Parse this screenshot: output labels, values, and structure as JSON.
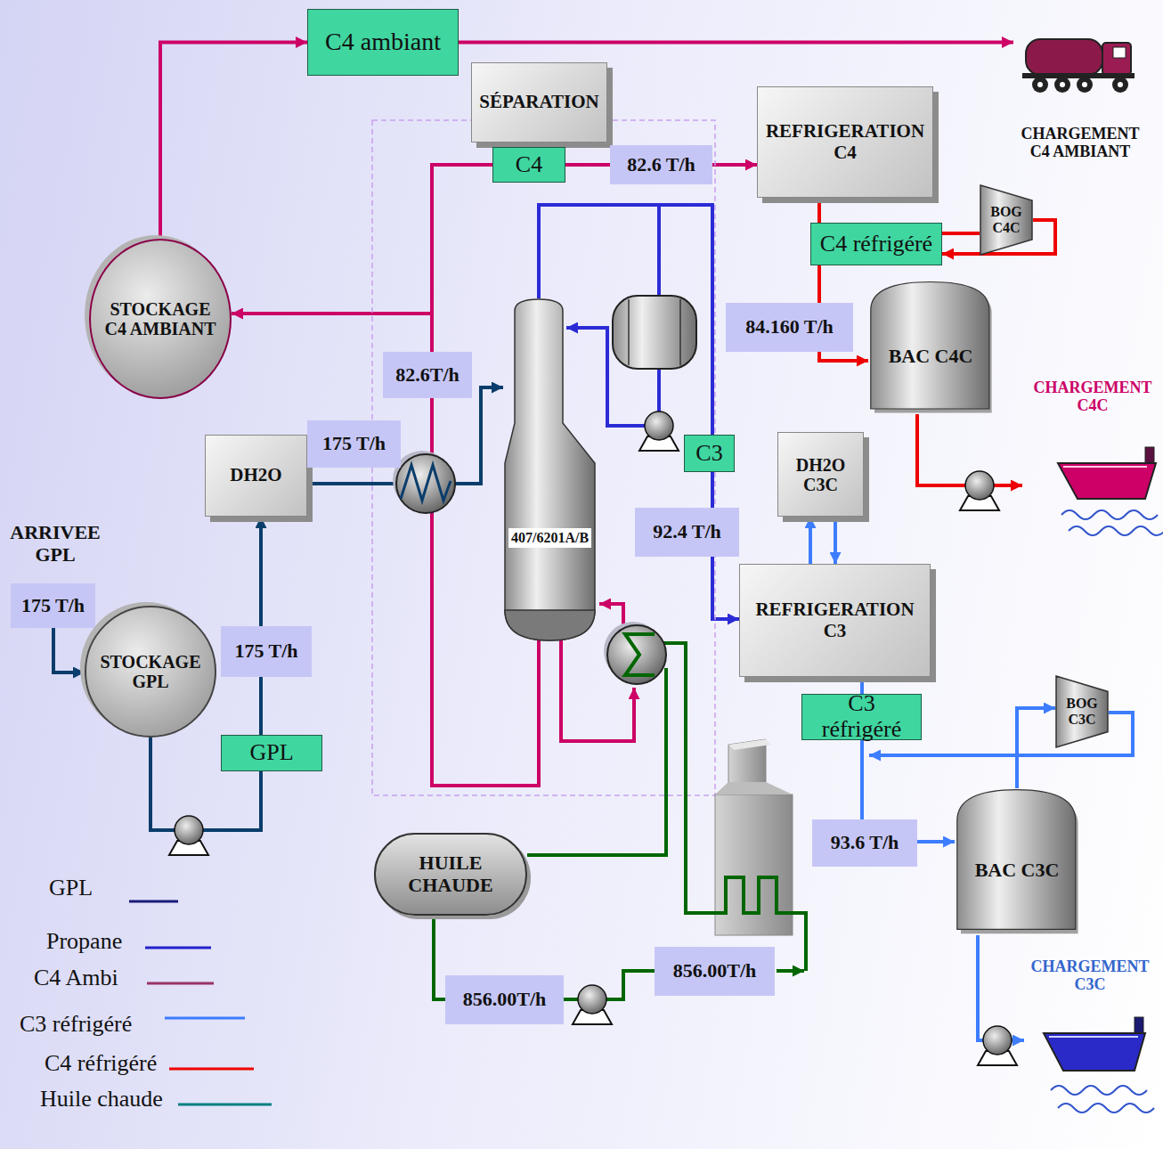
{
  "diagram": {
    "nodes": [
      {
        "text": [
          "C4 ambiant"
        ]
      },
      {
        "text": [
          "CHARGEMENT C4 AMBIANT"
        ]
      },
      {
        "text": [
          "SÉPARATION"
        ]
      },
      {
        "text": [
          "C4"
        ]
      },
      {
        "text": [
          "82.6 T/h"
        ]
      },
      {
        "text": [
          "REFRIGERATION C4"
        ]
      },
      {
        "text": [
          "BOG C4C"
        ]
      },
      {
        "text": [
          "C4 réfrigéré"
        ]
      },
      {
        "text": [
          "STOCKAGE C4 AMBIANT"
        ]
      },
      {
        "text": [
          "82.6T/h"
        ]
      },
      {
        "text": [
          "84.160 T/h"
        ]
      },
      {
        "text": [
          "BAC C4C"
        ]
      },
      {
        "text": [
          "CHARGEMENT C4C"
        ]
      },
      {
        "text": [
          "DH2O"
        ]
      },
      {
        "text": [
          "175 T/h"
        ]
      },
      {
        "text": [
          "407/6201A/B"
        ]
      },
      {
        "text": [
          "C3"
        ]
      },
      {
        "text": [
          "DH2O C3C"
        ]
      },
      {
        "text": [
          "92.4 T/h"
        ]
      },
      {
        "text": [
          "REFRIGERATION C3"
        ]
      },
      {
        "text": [
          "175 T/h"
        ]
      },
      {
        "text": [
          "STOCKAGE GPL"
        ]
      },
      {
        "text": [
          "175 T/h"
        ]
      },
      {
        "text": [
          "GPL"
        ]
      },
      {
        "text": [
          "C3 réfrigéré"
        ]
      },
      {
        "text": [
          "BOG C3C"
        ]
      },
      {
        "text": [
          "93.6 T/h"
        ]
      },
      {
        "text": [
          "BAC C3C"
        ]
      },
      {
        "text": [
          "HUILE CHAUDE"
        ]
      },
      {
        "text": [
          "856.00T/h"
        ]
      },
      {
        "text": [
          "856.00T/h"
        ]
      },
      {
        "text": [
          "CHARGEMENT C3C"
        ]
      }
    ],
    "edges": [
      {
        "from": 8,
        "to": 0,
        "arrow": "to"
      },
      {
        "from": 0,
        "to": 1,
        "arrow": "to"
      },
      {
        "from": 15,
        "to": 5,
        "arrow": "to"
      },
      {
        "from": 15,
        "to": 8,
        "arrow": "to"
      },
      {
        "from": 5,
        "to": 11,
        "arrow": "to"
      },
      {
        "from": 6,
        "to": 7,
        "arrow": "to"
      },
      {
        "from": 11,
        "to": 12,
        "arrow": "to"
      },
      {
        "from": 21,
        "to": 13,
        "arrow": "to"
      },
      {
        "from": 13,
        "to": 15,
        "arrow": "to"
      },
      {
        "from": 15,
        "to": 19,
        "arrow": "to"
      },
      {
        "from": 19,
        "to": 17,
        "arrow": "to"
      },
      {
        "from": 17,
        "to": 19,
        "arrow": "to"
      },
      {
        "from": 19,
        "to": 27,
        "arrow": "to"
      },
      {
        "from": 27,
        "to": 25,
        "arrow": "to"
      },
      {
        "from": 27,
        "to": 31,
        "arrow": "to"
      },
      {
        "from": 20,
        "to": 21,
        "arrow": "to"
      },
      {
        "from": 28,
        "to": 29,
        "arrow": "none"
      },
      {
        "from": 29,
        "to": 30,
        "arrow": "none"
      }
    ],
    "labels": [
      "ARRIVEE GPL"
    ],
    "legend": [
      {
        "text": "GPL"
      },
      {
        "text": "Propane"
      },
      {
        "text": "C4 Ambi"
      },
      {
        "text": "C3 réfrigéré"
      },
      {
        "text": "C4 réfrigéré"
      },
      {
        "text": "Huile chaude"
      }
    ]
  }
}
